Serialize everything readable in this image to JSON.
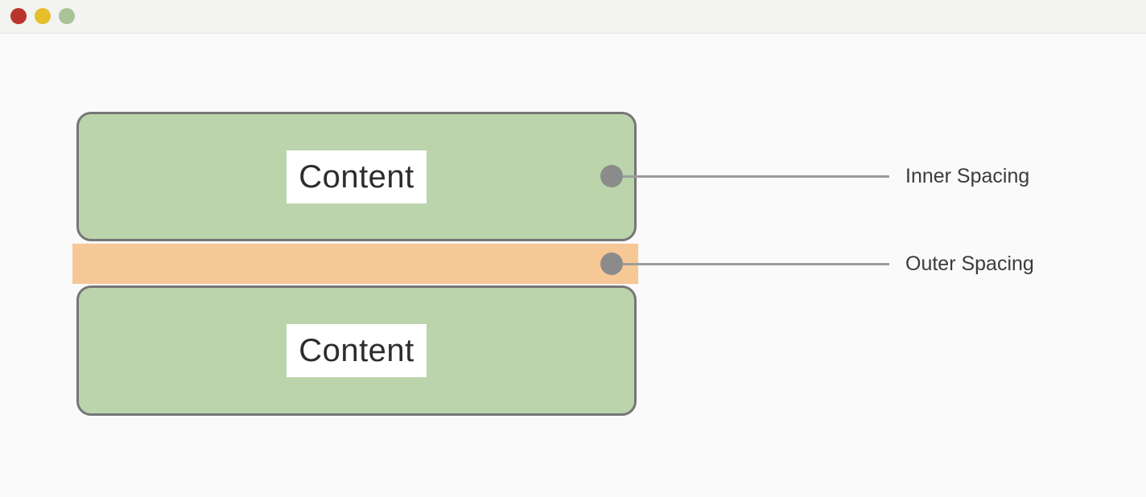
{
  "window": {
    "controls": [
      {
        "name": "close",
        "color": "#bb342c"
      },
      {
        "name": "minimize",
        "color": "#e4bf2b"
      },
      {
        "name": "maximize",
        "color": "#a8c398"
      }
    ]
  },
  "diagram": {
    "boxes": [
      {
        "label": "Content"
      },
      {
        "label": "Content"
      }
    ],
    "callouts": [
      {
        "label": "Inner Spacing"
      },
      {
        "label": "Outer Spacing"
      }
    ],
    "colors": {
      "background": "#fafafa",
      "titlebar": "#f3f3f1",
      "titlebar_divider": "#e7e7e5",
      "box_fill": "#bbd4ab",
      "box_border": "#767676",
      "spacer_fill": "#f6c896",
      "dot": "#8b8b8b",
      "connector": "#9c9c9c",
      "content_text": "#2d2d2d",
      "label_text": "#3b3b3b"
    }
  }
}
